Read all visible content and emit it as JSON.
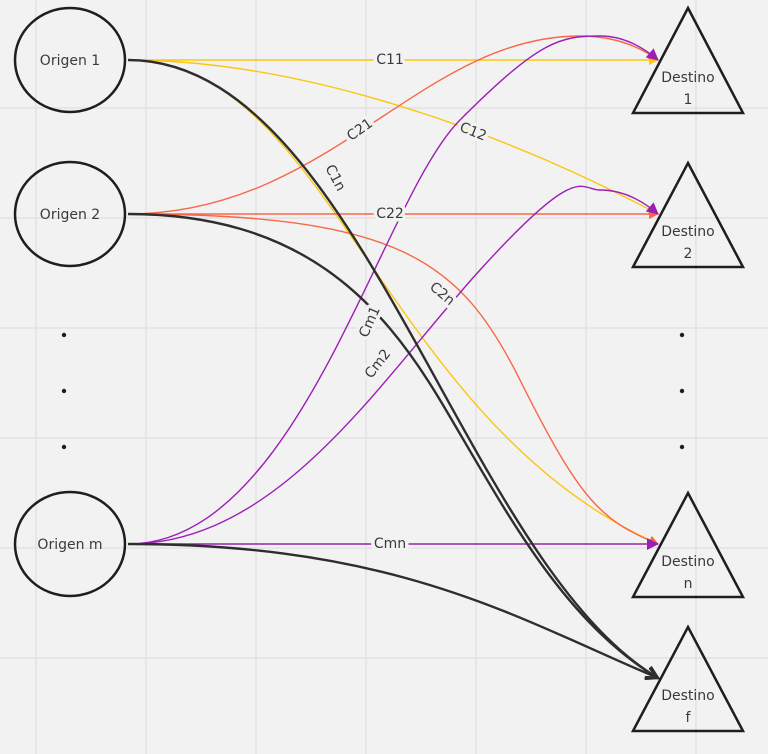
{
  "origins": [
    {
      "label": "Origen 1"
    },
    {
      "label": "Origen 2"
    },
    {
      "label": "Origen m"
    }
  ],
  "destinations": [
    {
      "line1": "Destino",
      "line2": "1"
    },
    {
      "line1": "Destino",
      "line2": "2"
    },
    {
      "line1": "Destino",
      "line2": "n"
    },
    {
      "line1": "Destino",
      "line2": "f"
    }
  ],
  "edges": {
    "c11": "C11",
    "c12": "C12",
    "c1n": "C1n",
    "c21": "C21",
    "c22": "C22",
    "c2n": "C2n",
    "cm1": "Cm1",
    "cm2": "Cm2",
    "cmn": "Cmn"
  },
  "colors": {
    "origin1": "#fac710",
    "origin2": "#f8674a",
    "originm": "#9b1fb3",
    "dummy": "#2e2e2e",
    "background": "#f2f2f2"
  }
}
